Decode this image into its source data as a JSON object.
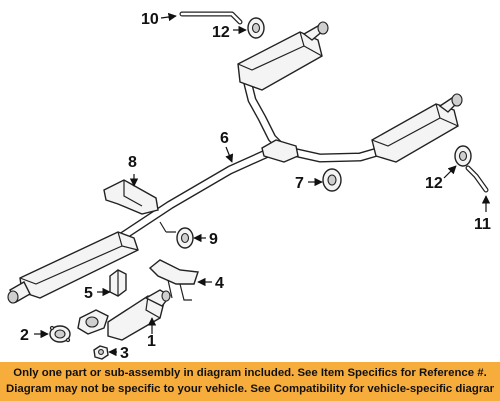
{
  "diagram": {
    "callouts": {
      "c1": "1",
      "c2": "2",
      "c3": "3",
      "c4": "4",
      "c5": "5",
      "c6": "6",
      "c7": "7",
      "c8": "8",
      "c9": "9",
      "c10": "10",
      "c11": "11",
      "c12a": "12",
      "c12b": "12"
    }
  },
  "disclaimer": {
    "line1": "Only one part or sub-assembly in diagram included. See Item Specifics for Reference #.",
    "line2": "Diagram may not be specific to your vehicle. See Compatibility for vehicle-specific diagrams."
  },
  "colors": {
    "banner": "#f7ad3c",
    "line": "#222222",
    "background": "#ffffff"
  }
}
